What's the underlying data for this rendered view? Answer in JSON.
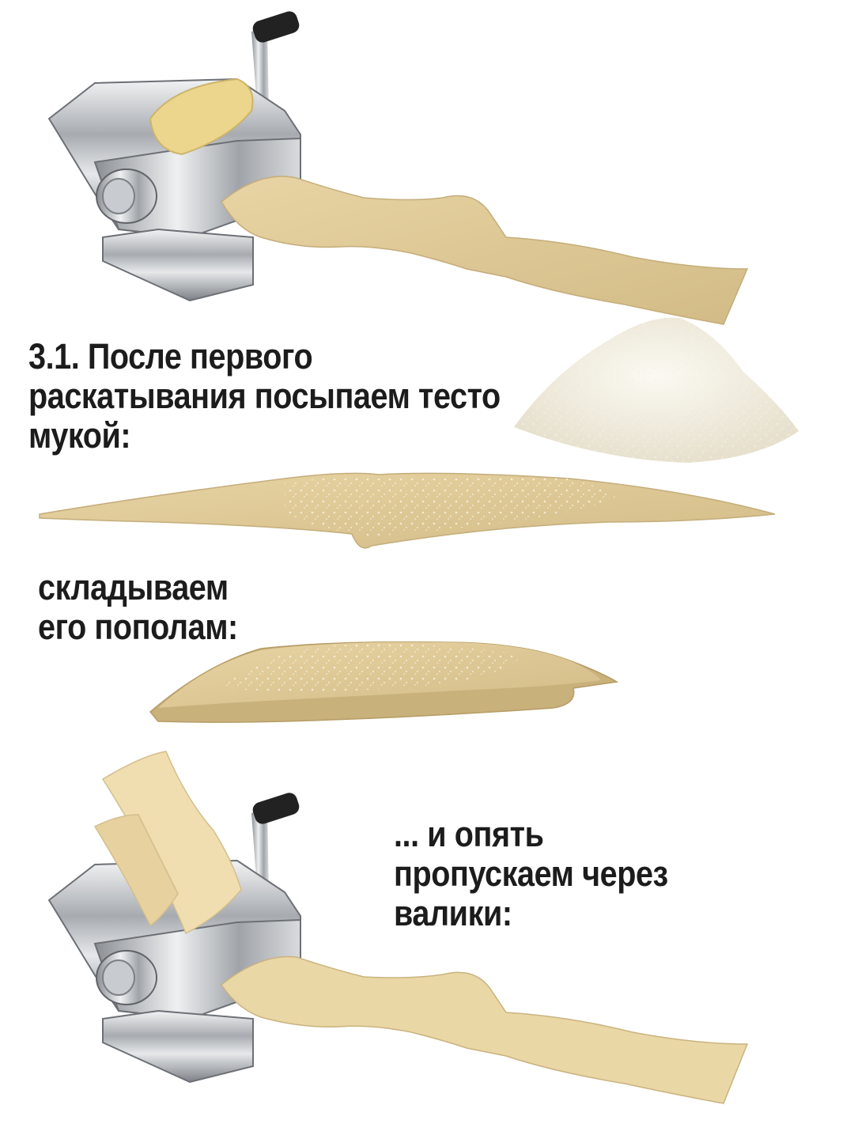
{
  "step1": {
    "lines": [
      "3.1. После первого",
      "раскатывания посыпаем тесто",
      "мукой:"
    ]
  },
  "step2": {
    "lines": [
      "складываем",
      "его пополам:"
    ]
  },
  "step3": {
    "lines": [
      "... и опять",
      "пропускаем через",
      "валики:"
    ]
  },
  "icons": {
    "machine": "pasta-machine-icon",
    "flour": "flour-pile-icon",
    "dough": "dough-sheet-icon"
  },
  "colors": {
    "dough": "#d7c291",
    "dough_light": "#ead8a8",
    "flour": "#f4f0e4",
    "chrome": "#c9ccd0",
    "text": "#1c1c1c"
  }
}
